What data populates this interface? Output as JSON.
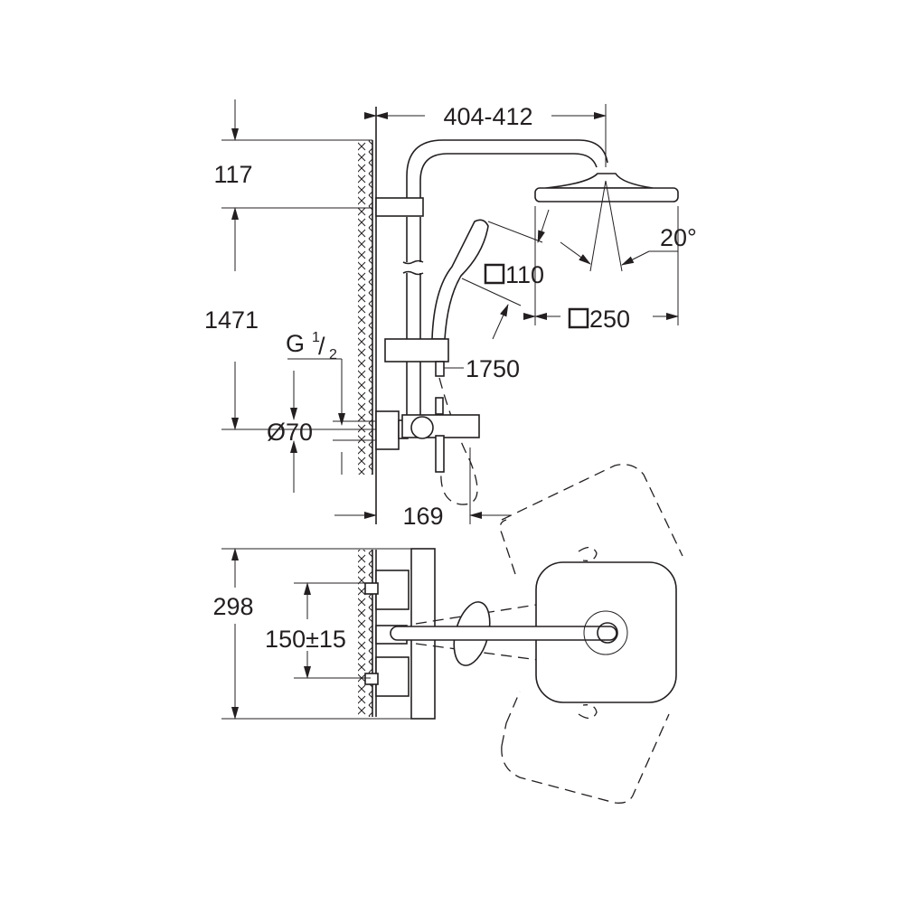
{
  "drawing": {
    "dimensions": {
      "width_head_reach": "404-412",
      "top_offset": "117",
      "bracket_to_outlet": "1471",
      "thread_letter": "G",
      "thread_num": "1",
      "thread_den": "2",
      "escutcheon_diameter": "Ø70",
      "hand_shower_size": "110",
      "head_shower_size": "250",
      "tilt_angle": "20°",
      "hose_length": "1750",
      "mixer_projection": "169",
      "top_view_depth": "298",
      "inlet_spacing": "150±15"
    },
    "colors": {
      "line": "#231f20",
      "background": "#ffffff"
    }
  }
}
